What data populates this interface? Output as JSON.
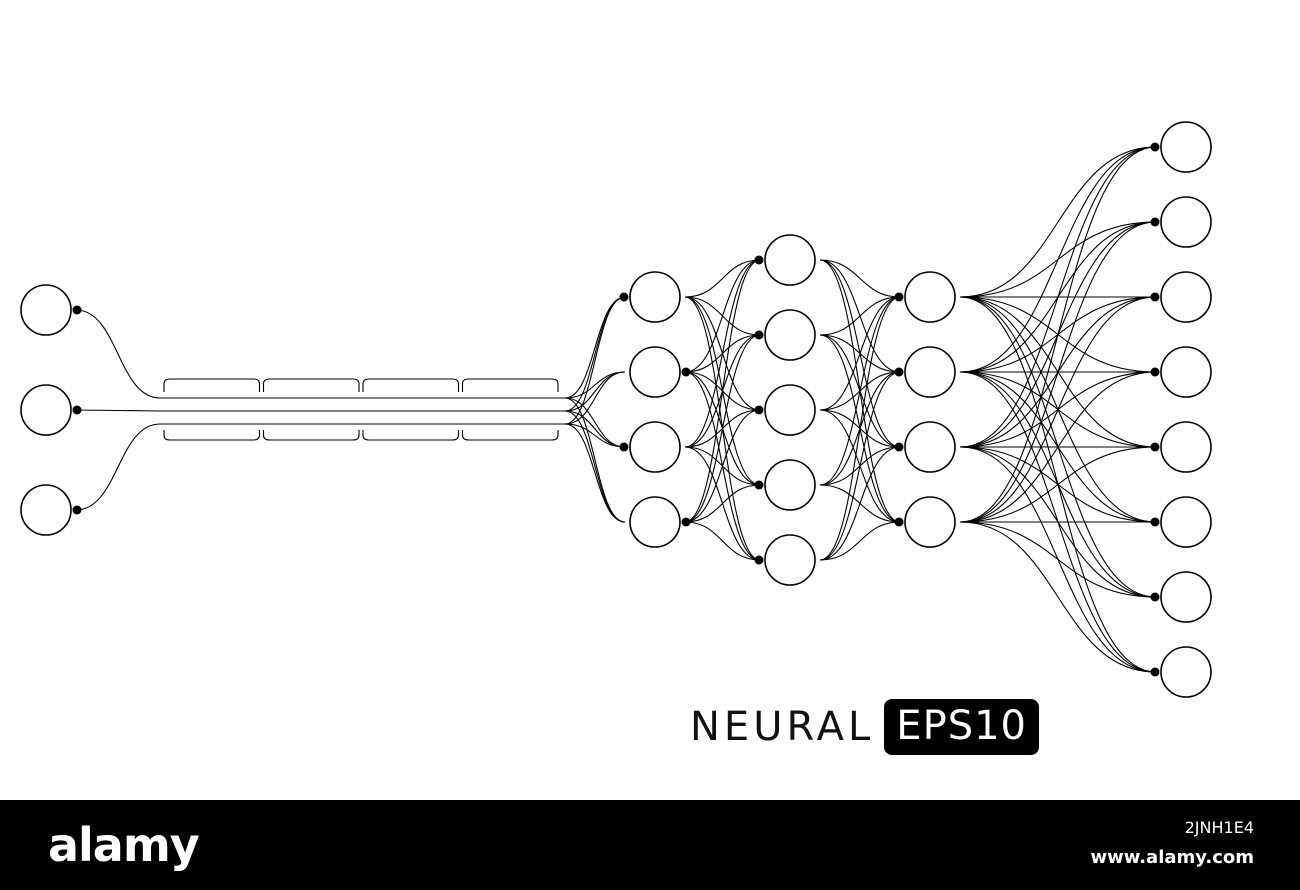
{
  "diagram": {
    "title_word": "NEURAL",
    "title_tag": "EPS10",
    "layers": [
      {
        "name": "input",
        "nodes": 3
      },
      {
        "name": "bus",
        "segments": 4
      },
      {
        "name": "hidden-1",
        "nodes": 4
      },
      {
        "name": "hidden-2",
        "nodes": 5
      },
      {
        "name": "hidden-3",
        "nodes": 4
      },
      {
        "name": "output",
        "nodes": 8
      }
    ],
    "colors": {
      "line": "#000000",
      "node_fill": "#ffffff",
      "background": "#ffffff"
    }
  },
  "footer": {
    "logo": "alamy",
    "image_id": "2JNH1E4",
    "site": "www.alamy.com",
    "background": "#000000"
  }
}
